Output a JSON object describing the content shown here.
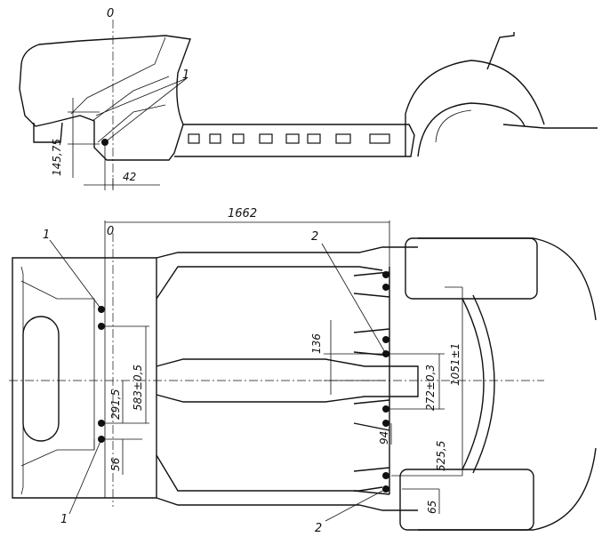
{
  "side_view": {
    "axis_label": "0",
    "callout": "1",
    "dim_height": "145,75",
    "dim_offset": "42"
  },
  "plan_view": {
    "axis_label": "0",
    "dim_length": "1662",
    "dim_front_width": "583±0,5",
    "dim_front_half": "291,5",
    "dim_front_edge": "56",
    "dim_rear_spacing": "136",
    "dim_rear_center": "272±0,3",
    "dim_rear_width": "1051±1",
    "dim_rear_half": "525,5",
    "dim_rear_gap": "94",
    "dim_rear_edge": "65",
    "callout_front_top": "1",
    "callout_front_bottom": "1",
    "callout_rear_top": "2",
    "callout_rear_bottom": "2"
  }
}
